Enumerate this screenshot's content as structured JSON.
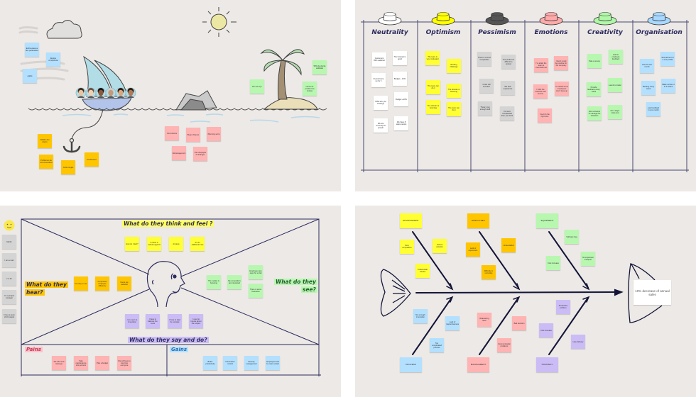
{
  "colors": {
    "background": "#ece9e6",
    "ink": "#2e2b5f",
    "yellow": "#ffff33",
    "orange": "#ffc600",
    "pink": "#ffb3b3",
    "green": "#b8f7b0",
    "blue": "#b3e0ff",
    "purple": "#cbbcf6",
    "grey": "#d4d4d4",
    "white": "#ffffff"
  },
  "sailboat": {
    "wind_notes": [
      "Enthousiasme des partenaires",
      "Équipe compétente",
      "Agilité"
    ],
    "island_notes": [
      "Prix au top !",
      "50% de clients satisfaits",
      "Lancer le produit à la rentrée"
    ],
    "anchor_notes": [
      "Fidélité des clients",
      "Problèmes de communication",
      "Coût congés",
      "Architecture"
    ],
    "rock_notes": [
      "Concurrents",
      "Bugs critiques",
      "Planning serré",
      "Déménagement",
      "Pas d'équipes à l'étranger"
    ]
  },
  "six_hats": {
    "columns": [
      {
        "title": "Neutrality",
        "hat_color": "#ffffff",
        "note_color": "#ffffff",
        "notes": [
          "Customers 80% satisfied",
          "The forecast is good",
          "Investors are up for it",
          "Budget + 10%",
          "What are you missing?",
          "Budget +20%",
          "We are currently 20 people",
          "We have 8 sales people"
        ]
      },
      {
        "title": "Optimism",
        "hat_color": "#ffff00",
        "note_color": "#ffff33",
        "notes": [
          "The team is very motivated",
          "Exciting challenge",
          "The team can do it",
          "The domain is booming",
          "The domain is booming",
          "The team can do it"
        ]
      },
      {
        "title": "Pessimism",
        "hat_color": "#555555",
        "note_color": "#d4d4d4",
        "notes": [
          "There is a lot of competition",
          "The product is difficult to protect",
          "Costs will increase",
          "We lack experience",
          "There's not enough staff",
          "It's more complicated than you think"
        ]
      },
      {
        "title": "Emotions",
        "hat_color": "#ffaaaa",
        "note_color": "#ffb3b3",
        "notes": [
          "I'm afraid the team is overwhelmed",
          "I feel it could be positive for the company",
          "I think the transition will be fine",
          "I'm afraid some employees won't keep up",
          "I feel it's the right time"
        ]
      },
      {
        "title": "Creativity",
        "hat_color": "#b0f7a8",
        "note_color": "#b8f7b0",
        "notes": [
          "Take a survey",
          "Ask for employee feedback",
          "Provide feedback every week",
          "Launch a trailer",
          "Hire someone to manage the transition",
          "Do a larger scale test"
        ]
      },
      {
        "title": "Organisation",
        "hat_color": "#a8d8ff",
        "note_color": "#b3e0ff",
        "notes": [
          "Launch next month",
          "Recruitment of a new profile",
          "Meeting every week",
          "Make version 2 in 2 weeks",
          "Last feedback in one month"
        ]
      }
    ]
  },
  "empathy": {
    "persona": [
      "Martin",
      "I am a man",
      "I'm 30",
      "I'm a project manager",
      "I have a team of 10 people"
    ],
    "think": {
      "title": "What do they think and feel ?",
      "notes": [
        "How do I start?",
        "Is there a useful support?",
        "Anxious",
        "It's an additional cost"
      ]
    },
    "hear": {
      "title_line1": "What do they",
      "title_line2": "hear?",
      "notes": [
        "It's easy to use",
        "It improves employee efficiency",
        "Users are satisfied"
      ]
    },
    "see": {
      "title_line1": "What do they",
      "title_line2": "see?",
      "notes": [
        "The market is booming",
        "My competitors are interested",
        "Employees are open for a trial",
        "There is some frustration"
      ]
    },
    "say": {
      "title": "What do they say and do?",
      "notes": [
        "I am open to innovation",
        "I have to balance the costs",
        "I have to lead by example",
        "I need to inquire about the subject"
      ]
    },
    "pains": {
      "title": "Pains",
      "notes": [
        "We will need trainings",
        "Take maintenance into account",
        "Plan a budget",
        "We will have to convince everyone"
      ]
    },
    "gains": {
      "title": "Gains",
      "notes": [
        "Better productivity",
        "Information control",
        "Security management",
        "Employees will be more united"
      ]
    }
  },
  "fishbone": {
    "problem": "10% decrease of annual sales",
    "categories": [
      {
        "name": "ENVIRONMENT",
        "color": "#ffff33",
        "notes": [
          "New competition",
          "School vacation",
          "Unfavorable context"
        ]
      },
      {
        "name": "EMPLOYEES",
        "color": "#ffc600",
        "notes": [
          "Lack of experience",
          "Understaffed",
          "Difficulty in recruiting"
        ]
      },
      {
        "name": "EQUIPMENT",
        "color": "#b8f7b0",
        "notes": [
          "Software bug",
          "No expensive transport",
          "Cost increase"
        ]
      },
      {
        "name": "PROCESS",
        "color": "#b3e0ff",
        "notes": [
          "Not enough innovation",
          "Lack of responsiveness",
          "Too complicated process"
        ]
      },
      {
        "name": "MANAGEMENT",
        "color": "#ffb3b3",
        "notes": [
          "Reassuring team",
          "Bad decision",
          "Communication problems"
        ]
      },
      {
        "name": "STRATEGY",
        "color": "#cbbcf6",
        "notes": [
          "Production problem",
          "Cost increase",
          "Late delivery"
        ]
      }
    ]
  }
}
